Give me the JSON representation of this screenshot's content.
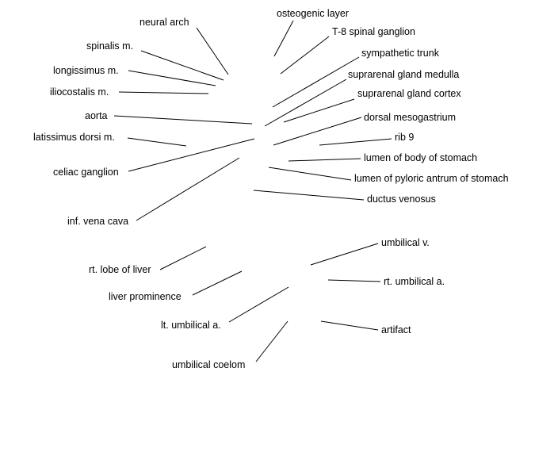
{
  "colors": {
    "background": "#ffffff",
    "text": "#000000",
    "line": "#000000"
  },
  "labels": [
    {
      "id": "neural-arch",
      "text": "neural arch"
    },
    {
      "id": "osteogenic-layer",
      "text": "osteogenic layer"
    },
    {
      "id": "t8-spinal-ganglion",
      "text": "T-8 spinal ganglion"
    },
    {
      "id": "spinalis-m",
      "text": "spinalis m."
    },
    {
      "id": "sympathetic-trunk",
      "text": "sympathetic trunk"
    },
    {
      "id": "longissimus-m",
      "text": "longissimus m."
    },
    {
      "id": "suprarenal-gland-medulla",
      "text": "suprarenal gland medulla"
    },
    {
      "id": "iliocostalis-m",
      "text": "iliocostalis m."
    },
    {
      "id": "suprarenal-gland-cortex",
      "text": "suprarenal gland cortex"
    },
    {
      "id": "aorta",
      "text": "aorta"
    },
    {
      "id": "dorsal-mesogastrium",
      "text": "dorsal mesogastrium"
    },
    {
      "id": "latissimus-dorsi-m",
      "text": "latissimus dorsi m."
    },
    {
      "id": "rib-9",
      "text": "rib 9"
    },
    {
      "id": "lumen-of-body-of-stomach",
      "text": "lumen of body of stomach"
    },
    {
      "id": "celiac-ganglion",
      "text": "celiac ganglion"
    },
    {
      "id": "lumen-of-pyloric-antrum-of-stomach",
      "text": "lumen of pyloric antrum of stomach"
    },
    {
      "id": "ductus-venosus",
      "text": "ductus venosus"
    },
    {
      "id": "inf-vena-cava",
      "text": "inf. vena cava"
    },
    {
      "id": "umbilical-v",
      "text": "umbilical v."
    },
    {
      "id": "rt-lobe-of-liver",
      "text": "rt. lobe of liver"
    },
    {
      "id": "rt-umbilical-a",
      "text": "rt. umbilical a."
    },
    {
      "id": "liver-prominence",
      "text": "liver prominence"
    },
    {
      "id": "lt-umbilical-a",
      "text": "lt. umbilical a."
    },
    {
      "id": "artifact",
      "text": "artifact"
    },
    {
      "id": "umbilical-coelom",
      "text": "umbilical coelom"
    }
  ]
}
